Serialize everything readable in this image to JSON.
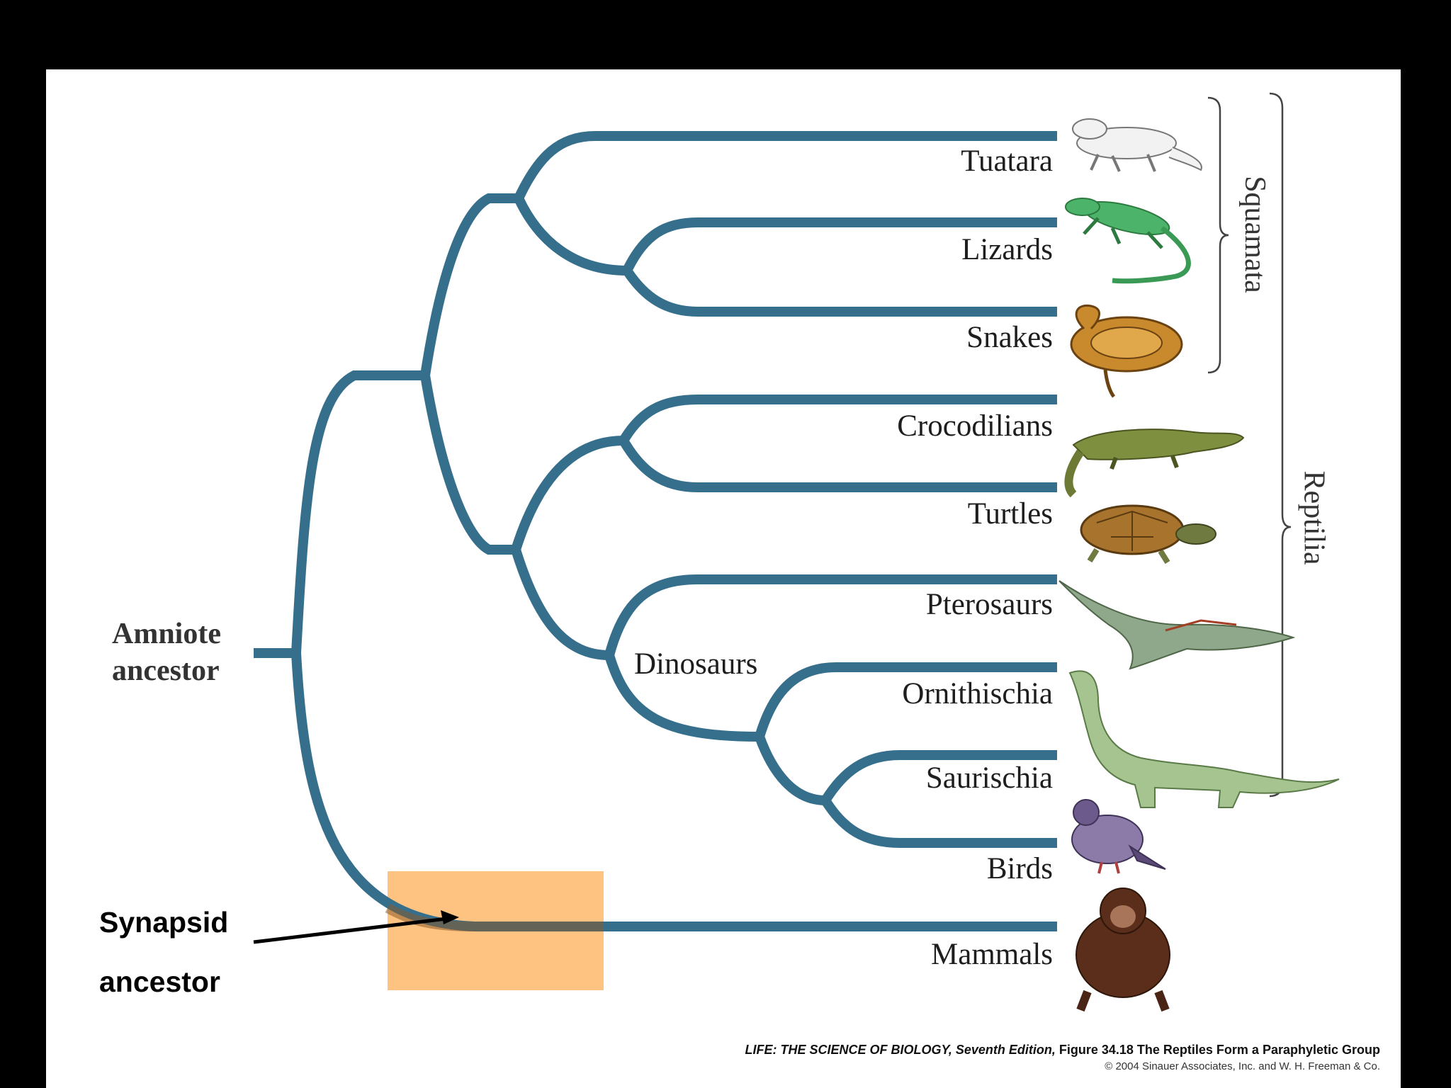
{
  "colors": {
    "branch": "#366f8c",
    "highlight": "#ffb86b",
    "background": "#000000",
    "panel": "#ffffff"
  },
  "root": {
    "line1": "Amniote",
    "line2": "ancestor"
  },
  "taxa": [
    {
      "name": "Tuatara",
      "icon": "tuatara-icon"
    },
    {
      "name": "Lizards",
      "icon": "lizard-icon"
    },
    {
      "name": "Snakes",
      "icon": "snake-icon"
    },
    {
      "name": "Crocodilians",
      "icon": "crocodile-icon"
    },
    {
      "name": "Turtles",
      "icon": "turtle-icon"
    },
    {
      "name": "Pterosaurs",
      "icon": "pterosaur-icon"
    },
    {
      "name": "Ornithischia",
      "icon": "sauropod-icon"
    },
    {
      "name": "Saurischia",
      "icon": "sauropod-icon"
    },
    {
      "name": "Birds",
      "icon": "pigeon-icon"
    },
    {
      "name": "Mammals",
      "icon": "chimpanzee-icon"
    }
  ],
  "clade_labels": {
    "dinosaurs": "Dinosaurs"
  },
  "brackets": {
    "squamata": "Squamata",
    "reptilia": "Reptilia"
  },
  "annotation": {
    "line1": "Synapsid",
    "line2": "ancestor"
  },
  "caption": {
    "book": "LIFE: THE SCIENCE OF BIOLOGY, Seventh Edition,",
    "figure": "Figure 34.18 The Reptiles Form a Paraphyletic Group",
    "copyright": "© 2004 Sinauer Associates, Inc. and W. H. Freeman & Co."
  }
}
